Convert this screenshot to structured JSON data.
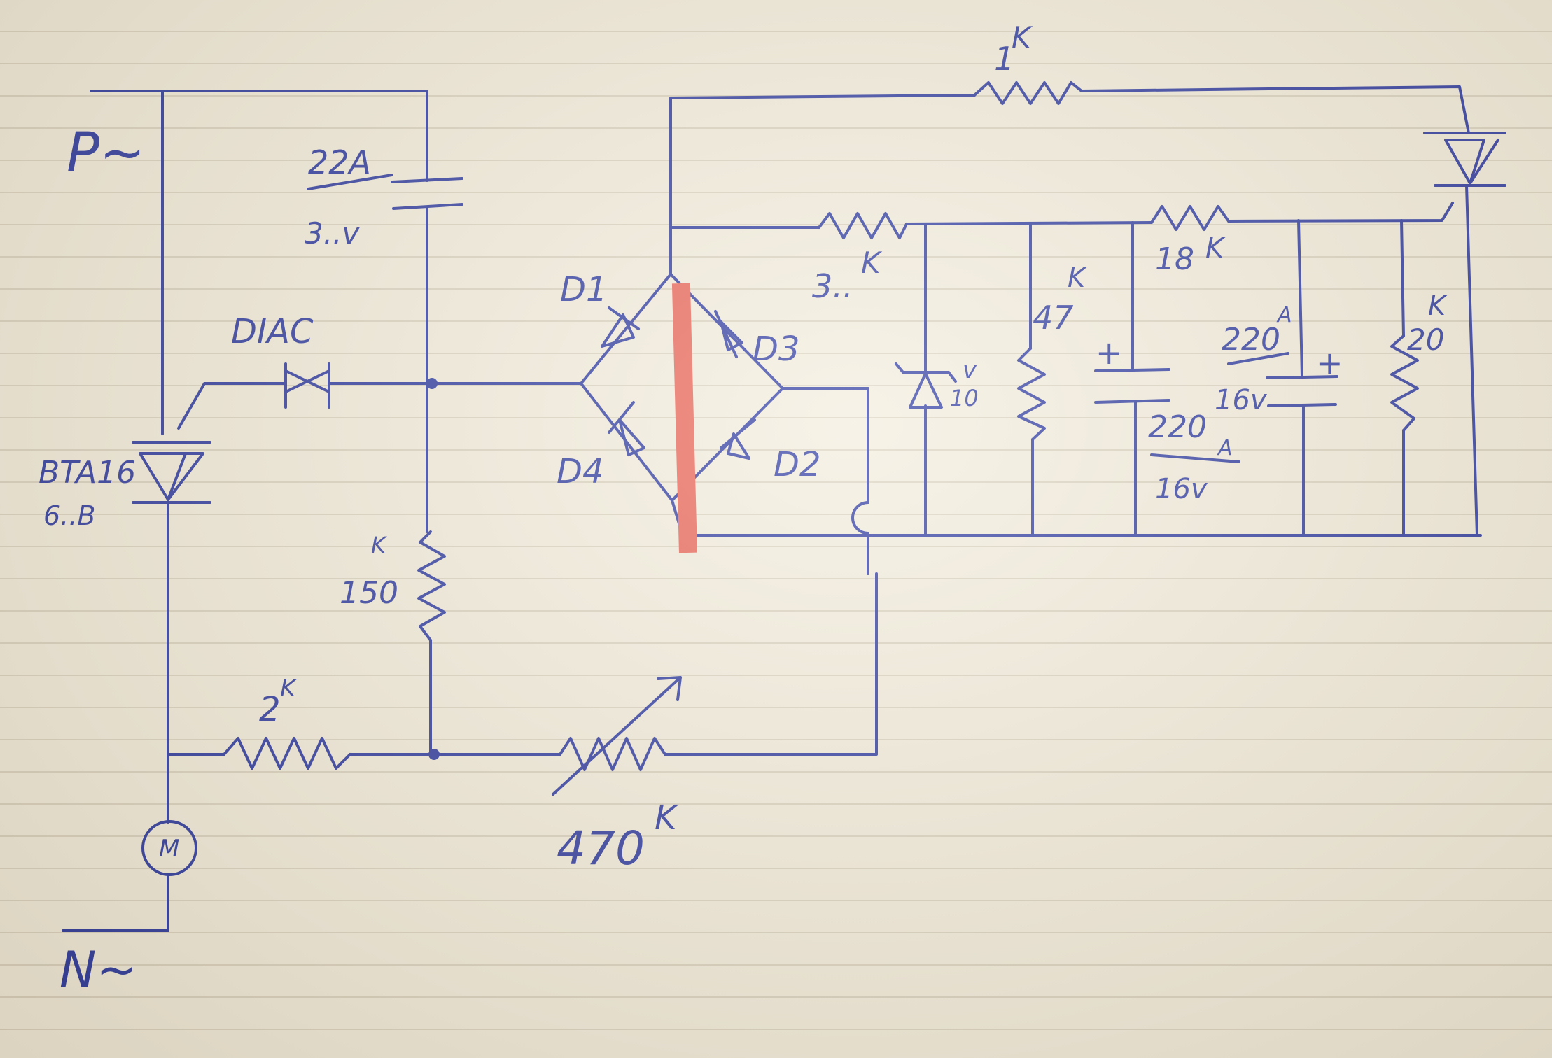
{
  "colors": {
    "ink": "#1f2d9a",
    "paper": "#f2ecdb",
    "rule_lines": "#d9d1bd",
    "highlight": "#e8584a"
  },
  "labels": {
    "line_phase": "P~",
    "line_neutral": "N~",
    "cap_top_value": "22A",
    "cap_top_voltage": "3..v",
    "diac": "DIAC",
    "triac_part": "BTA16",
    "triac_suffix": "6..B",
    "res_150": "150",
    "res_150_unit": "K",
    "res_2k": "2",
    "res_2k_unit": "K",
    "pot_470": "470",
    "pot_470_unit": "K",
    "motor": "M",
    "d1": "D1",
    "d2": "D2",
    "d3": "D3",
    "d4": "D4",
    "res_1k": "1",
    "res_1k_unit": "K",
    "res_3k": "3..",
    "res_3k_unit": "K",
    "res_18k": "18",
    "res_18k_unit": "K",
    "zener": "10",
    "zener_unit": "v",
    "res_47k": "47",
    "res_47k_unit": "K",
    "cap_a_value": "220",
    "cap_a_unit": "A",
    "cap_a_voltage": "16v",
    "cap_b_value": "220",
    "cap_b_unit": "A",
    "cap_b_voltage": "16v",
    "res_20k": "20",
    "res_20k_unit": "K",
    "plus_a": "+",
    "plus_b": "+"
  }
}
